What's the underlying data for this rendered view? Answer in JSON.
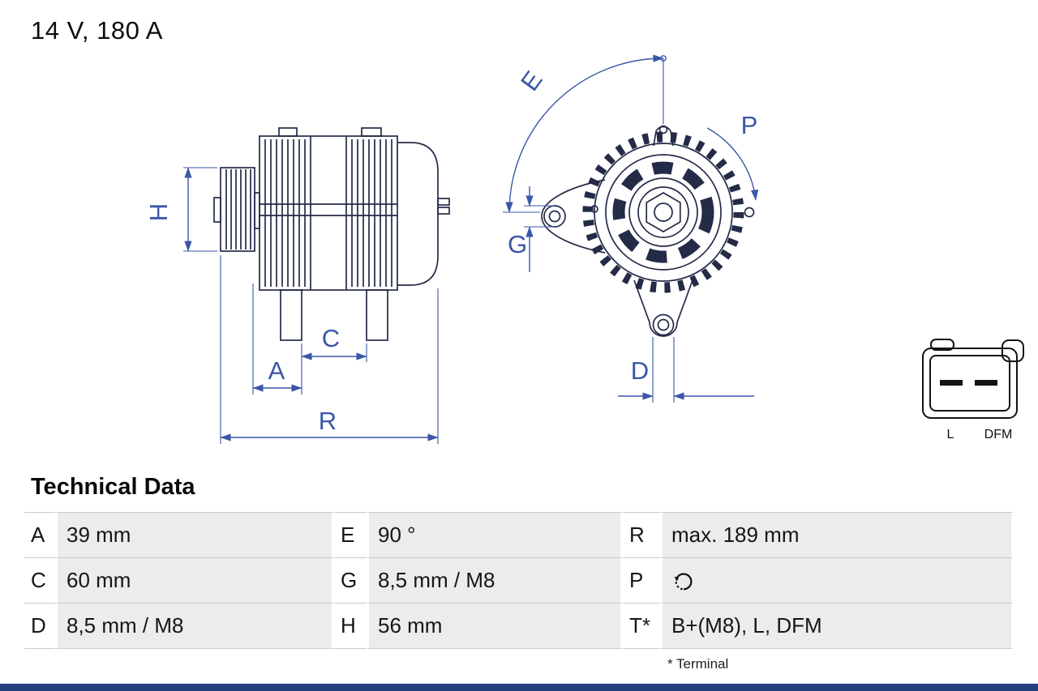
{
  "title": "14 V, 180 A",
  "diagram": {
    "dim_labels": {
      "A": "A",
      "C": "C",
      "D": "D",
      "E": "E",
      "G": "G",
      "H": "H",
      "P": "P",
      "R": "R"
    },
    "connector_labels": {
      "left": "L",
      "right": "DFM"
    }
  },
  "table": {
    "heading": "Technical Data",
    "rows": [
      [
        {
          "key": "A",
          "value": "39 mm"
        },
        {
          "key": "E",
          "value": "90 °"
        },
        {
          "key": "R",
          "value": "max. 189 mm"
        }
      ],
      [
        {
          "key": "C",
          "value": "60 mm"
        },
        {
          "key": "G",
          "value": "8,5 mm / M8"
        },
        {
          "key": "P",
          "value": "",
          "icon": "rotation-direction-icon"
        }
      ],
      [
        {
          "key": "D",
          "value": "8,5 mm / M8"
        },
        {
          "key": "H",
          "value": "56 mm"
        },
        {
          "key": "T*",
          "value": "B+(M8), L, DFM"
        }
      ]
    ],
    "footnote": "* Terminal"
  },
  "colors": {
    "dimension_blue": "#3a57a7",
    "line_dark": "#242b47",
    "table_line": "#c9c9c9",
    "value_cell_bg": "#ececec",
    "footer_bar": "#24407c"
  }
}
